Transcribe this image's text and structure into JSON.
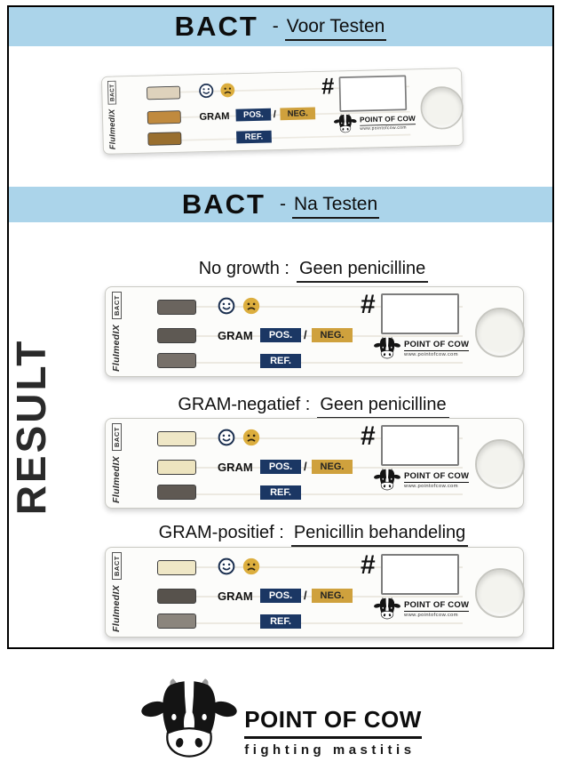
{
  "colors": {
    "header_bg": "#abd4ea",
    "navy": "#1b3764",
    "gold": "#cfa13d"
  },
  "headers": {
    "before": {
      "title": "BACT",
      "dash": "-",
      "subtitle": "Voor Testen"
    },
    "after": {
      "title": "BACT",
      "dash": "-",
      "subtitle": "Na Testen"
    }
  },
  "result_section": {
    "vertical_label": "RESULT"
  },
  "results": [
    {
      "label": "No growth :",
      "treatment": "Geen penicilline"
    },
    {
      "label": "GRAM-negatief :",
      "treatment": "Geen penicilline"
    },
    {
      "label": "GRAM-positief :",
      "treatment": "Penicillin behandeling"
    }
  ],
  "strip_template": {
    "brand": "FluImedIX",
    "brand_tag": "BACT",
    "hash_symbol": "#",
    "gram_label": "GRAM",
    "pos_label": "POS.",
    "slash": "/",
    "neg_label": "NEG.",
    "ref_label": "REF.",
    "logo_text": "POINT OF COW",
    "logo_url": "www.pointofcow.com"
  },
  "strips": [
    {
      "id": "before-test",
      "windows": [
        "#ded2bc",
        "#c08a3e",
        "#996f2f"
      ]
    },
    {
      "id": "result-no-growth",
      "windows": [
        "#6a645e",
        "#5e5953",
        "#777069"
      ]
    },
    {
      "id": "result-gram-negative",
      "windows": [
        "#efe7c6",
        "#ede4bf",
        "#5f5953"
      ]
    },
    {
      "id": "result-gram-positive",
      "windows": [
        "#efe7c6",
        "#57524c",
        "#8b857d"
      ]
    }
  ],
  "footer": {
    "title": "POINT OF COW",
    "subtitle": "fighting mastitis"
  }
}
